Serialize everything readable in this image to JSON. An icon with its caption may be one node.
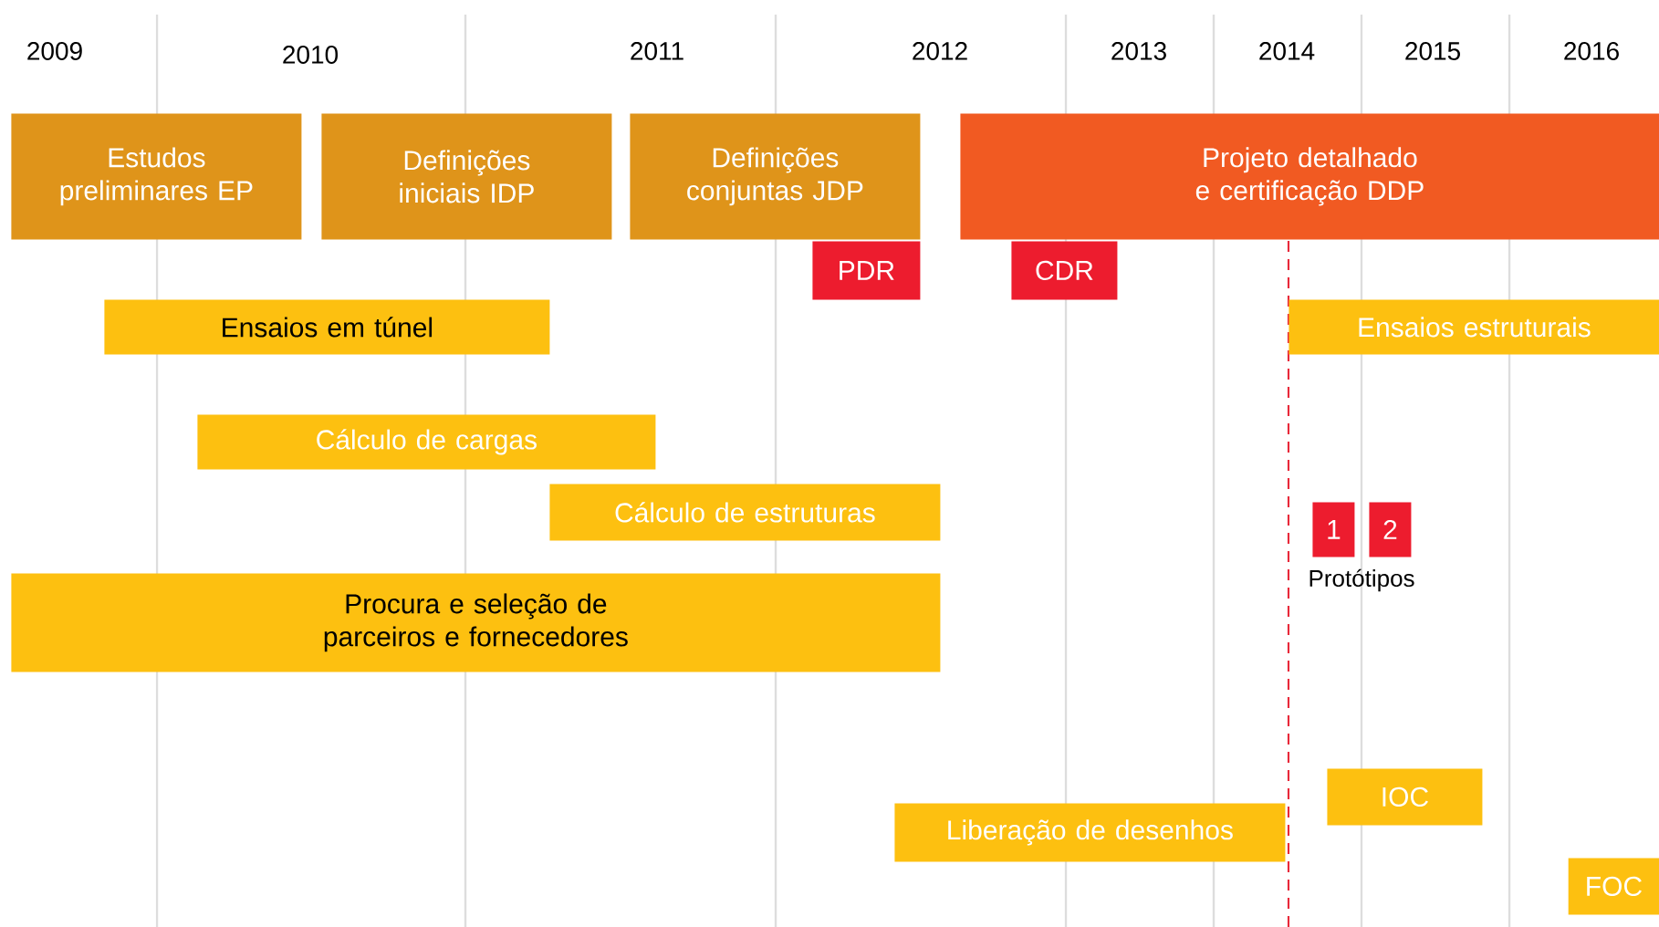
{
  "diagram": {
    "nodes": [
      {
        "text": [
          "Estudos preliminares EP"
        ]
      },
      {
        "text": [
          "Definições iniciais IDP"
        ]
      },
      {
        "text": [
          "Definições conjuntas JDP"
        ]
      },
      {
        "text": [
          "Projeto detalhado e certificação DDP"
        ]
      },
      {
        "text": [
          "PDR"
        ]
      },
      {
        "text": [
          "CDR"
        ]
      },
      {
        "text": [
          "Ensaios em túnel"
        ]
      },
      {
        "text": [
          "Ensaios estruturais"
        ]
      },
      {
        "text": [
          "Cálculo de cargas"
        ]
      },
      {
        "text": [
          "Cálculo de estruturas"
        ]
      },
      {
        "text": [
          "Procura e seleção de parceiros e fornecedores"
        ]
      },
      {
        "text": [
          "1"
        ]
      },
      {
        "text": [
          "2"
        ]
      },
      {
        "text": [
          "IOC"
        ]
      },
      {
        "text": [
          "Liberação de desenhos"
        ]
      },
      {
        "text": [
          "FOC"
        ]
      }
    ],
    "labels": [
      "2009",
      "2010",
      "2011",
      "2012",
      "2013",
      "2014",
      "2015",
      "2016",
      "Protótipos"
    ]
  }
}
